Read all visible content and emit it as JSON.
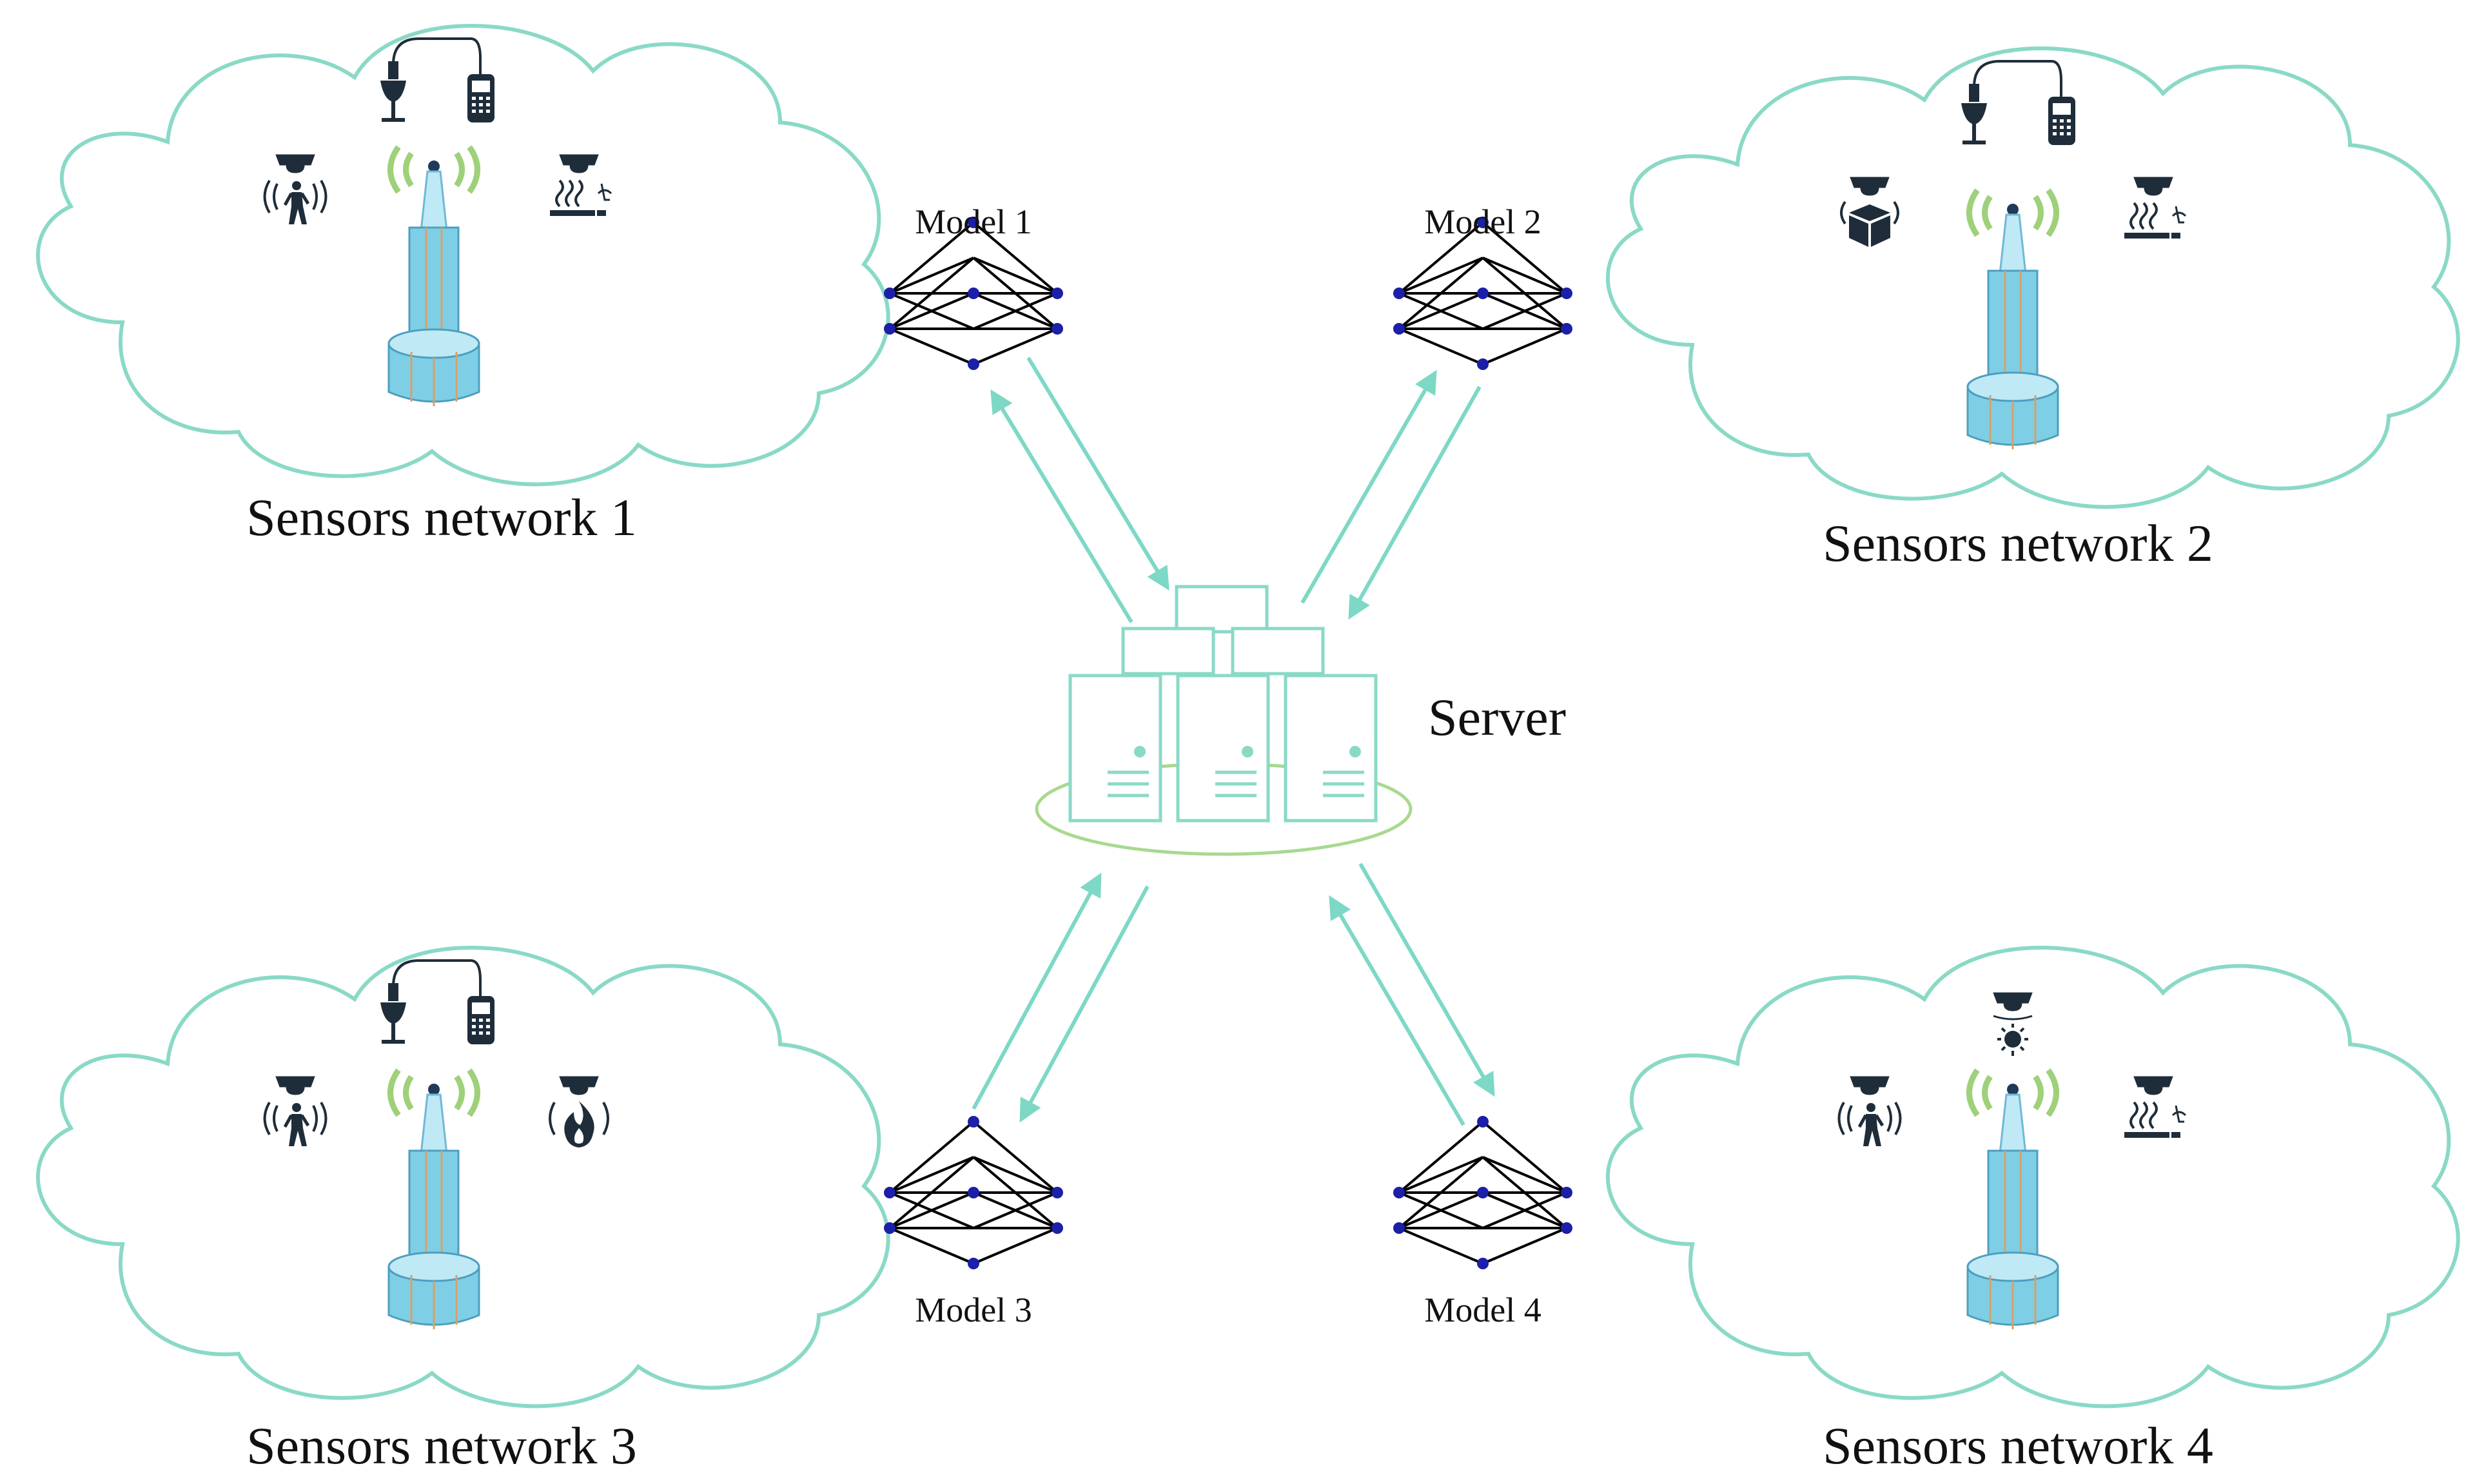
{
  "colors": {
    "accent": "#7dd8c6",
    "node": "#1c1fa8",
    "edge": "#000000",
    "server": "#8ad9c7",
    "ring": "#a7d98f",
    "icon": "#1f2d3a",
    "tower_body": "#7ecfe6",
    "tower_wave": "#9fd07a"
  },
  "labels": {
    "server": "Server",
    "model1": "Model 1",
    "model2": "Model 2",
    "model3": "Model 3",
    "model4": "Model 4",
    "net1": "Sensors network 1",
    "net2": "Sensors network 2",
    "net3": "Sensors network 3",
    "net4": "Sensors network 4"
  },
  "networks": [
    {
      "name": "Sensors network 1",
      "icons": [
        "water-quality-sensor-icon",
        "motion-sensor-icon",
        "smoke-sensor-icon",
        "base-station-tower-icon"
      ]
    },
    {
      "name": "Sensors network 2",
      "icons": [
        "water-quality-sensor-icon",
        "package-sensor-icon",
        "smoke-sensor-icon",
        "base-station-tower-icon"
      ]
    },
    {
      "name": "Sensors network 3",
      "icons": [
        "water-quality-sensor-icon",
        "motion-sensor-icon",
        "fire-sensor-icon",
        "base-station-tower-icon"
      ]
    },
    {
      "name": "Sensors network 4",
      "icons": [
        "light-sensor-icon",
        "motion-sensor-icon",
        "smoke-sensor-icon",
        "base-station-tower-icon"
      ]
    }
  ]
}
